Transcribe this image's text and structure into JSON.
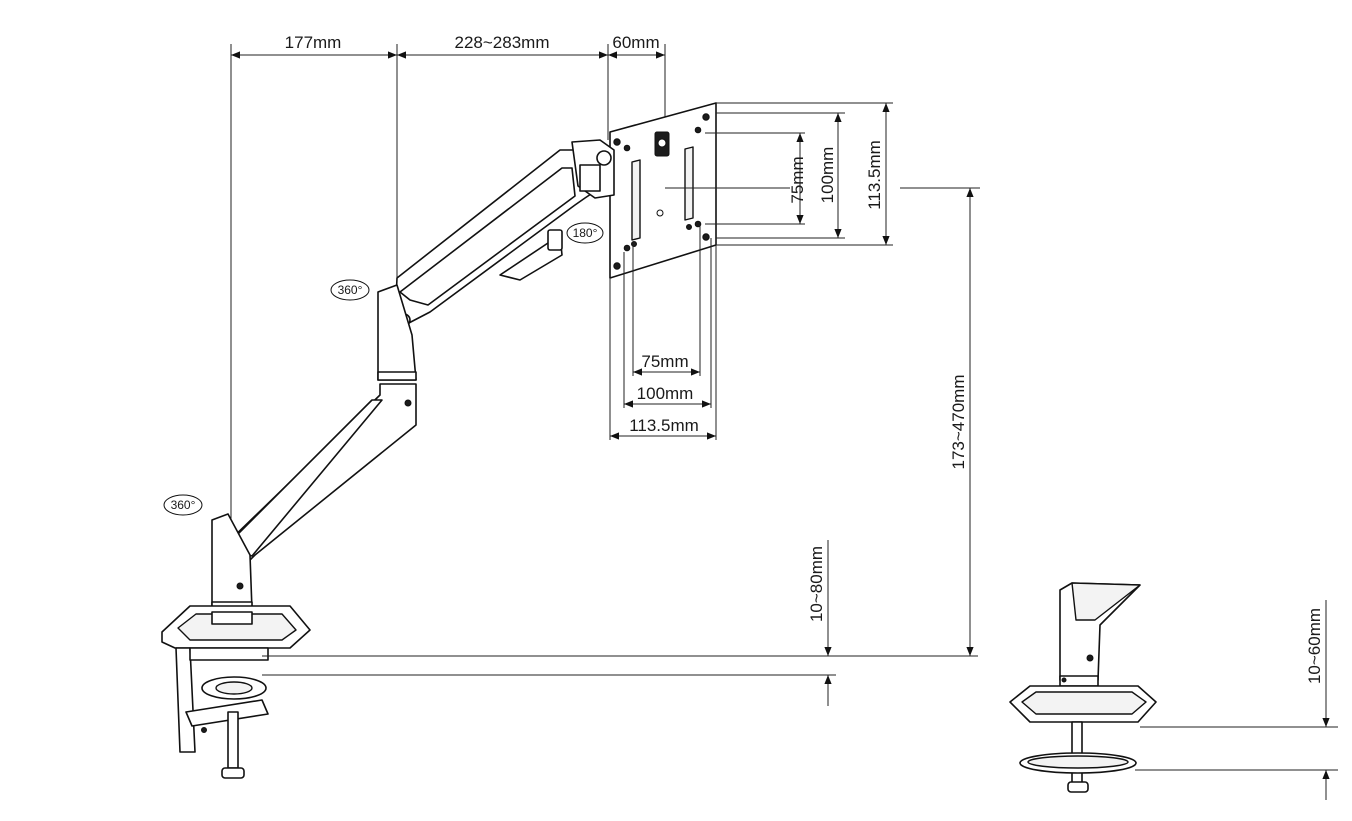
{
  "dimensions": {
    "pole_to_joint": "177mm",
    "upper_arm_reach": "228~283mm",
    "tilt_head_depth": "60mm",
    "vesa_v_75": "75mm",
    "vesa_v_100": "100mm",
    "plate_height": "113.5mm",
    "vesa_h_75": "75mm",
    "vesa_h_100": "100mm",
    "plate_width": "113.5mm",
    "height_range": "173~470mm",
    "clamp_range": "10~80mm",
    "grommet_range": "10~60mm"
  },
  "rotations": {
    "arm_joint": "360°",
    "base_pole": "360°",
    "head_pivot": "180°"
  },
  "colors": {
    "line": "#111111",
    "background": "#ffffff"
  }
}
